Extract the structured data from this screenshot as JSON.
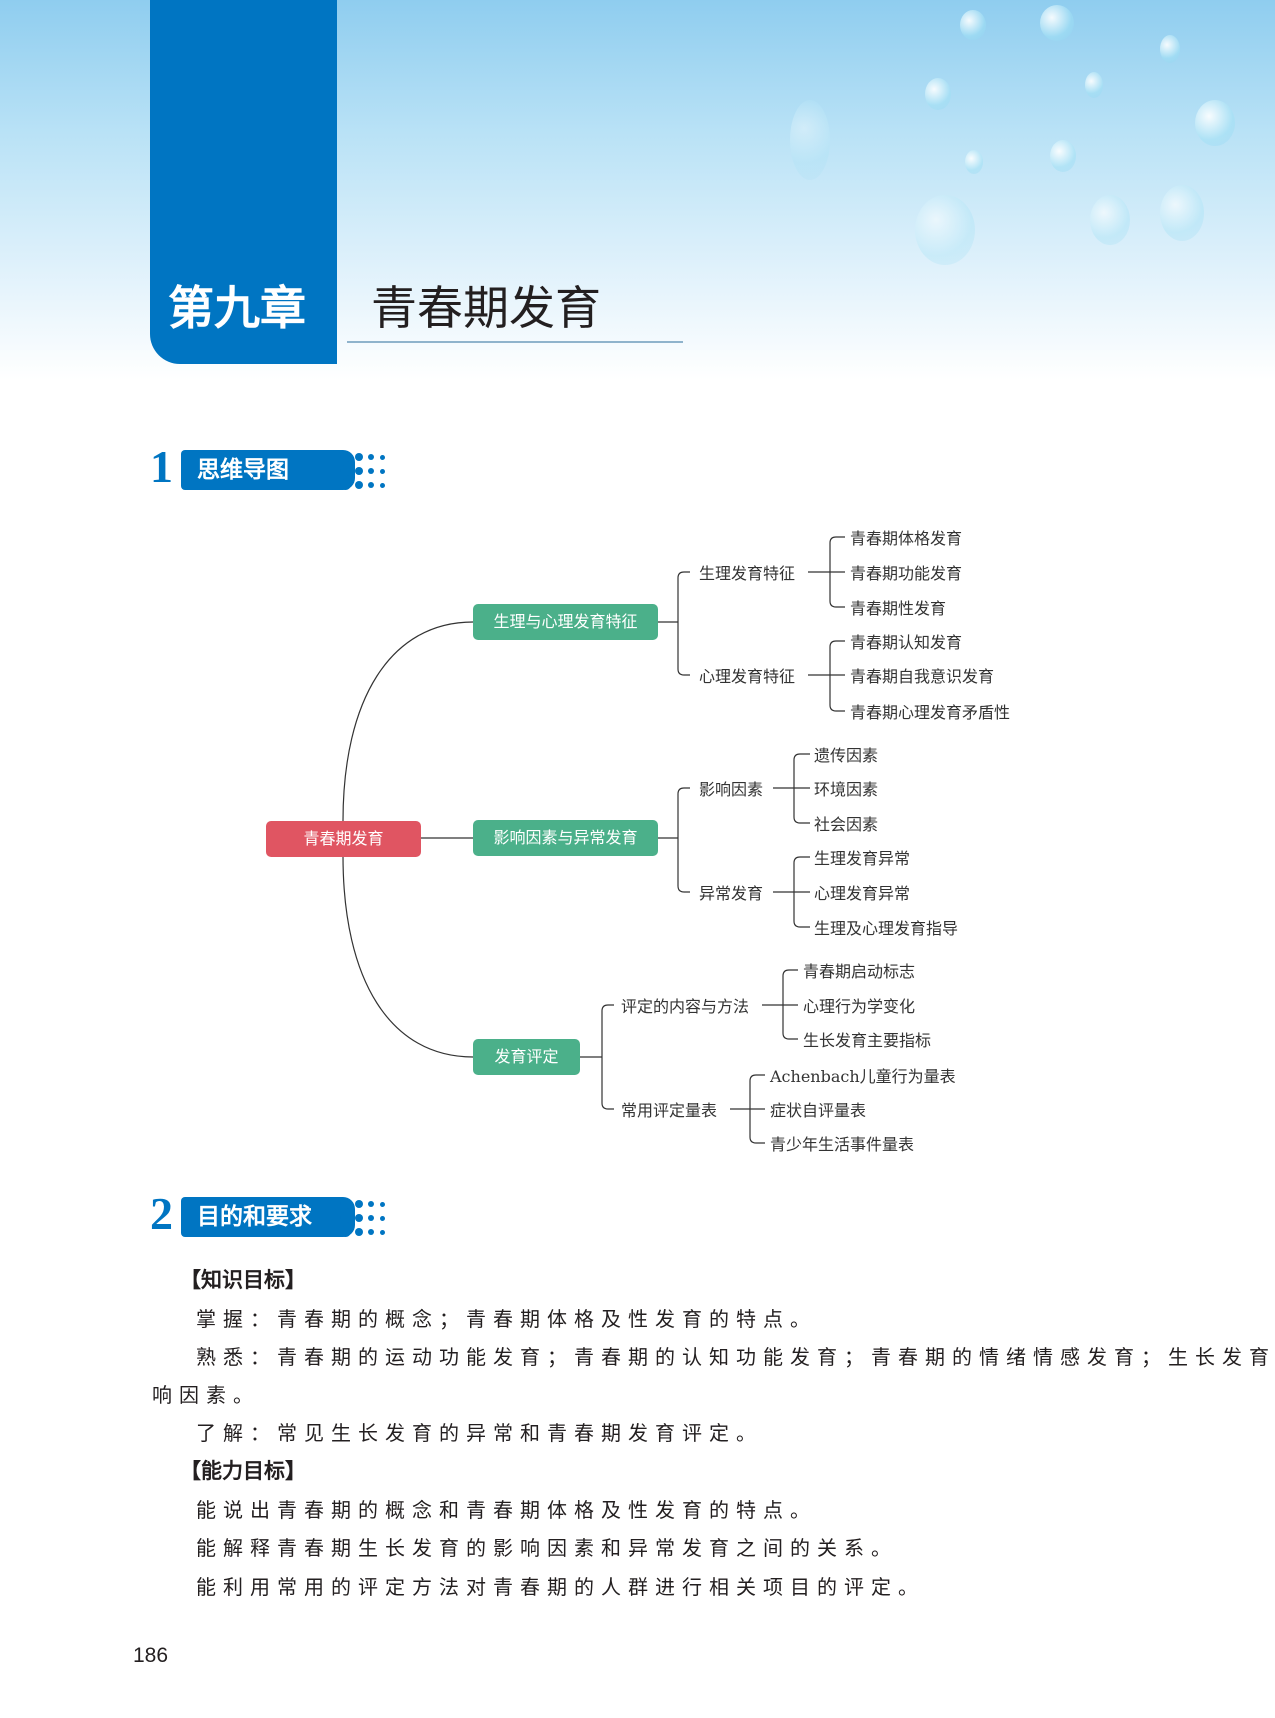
{
  "chapter": {
    "number": "第九章",
    "title": "青春期发育"
  },
  "sections": [
    {
      "num": "1",
      "label": "思维导图"
    },
    {
      "num": "2",
      "label": "目的和要求"
    }
  ],
  "mindmap": {
    "root": "青春期发育",
    "branches": [
      {
        "label": "生理与心理发育特征",
        "children": [
          {
            "label": "生理发育特征",
            "leaves": [
              "青春期体格发育",
              "青春期功能发育",
              "青春期性发育"
            ]
          },
          {
            "label": "心理发育特征",
            "leaves": [
              "青春期认知发育",
              "青春期自我意识发育",
              "青春期心理发育矛盾性"
            ]
          }
        ]
      },
      {
        "label": "影响因素与异常发育",
        "children": [
          {
            "label": "影响因素",
            "leaves": [
              "遗传因素",
              "环境因素",
              "社会因素"
            ]
          },
          {
            "label": "异常发育",
            "leaves": [
              "生理发育异常",
              "心理发育异常",
              "生理及心理发育指导"
            ]
          }
        ]
      },
      {
        "label": "发育评定",
        "children": [
          {
            "label": "评定的内容与方法",
            "leaves": [
              "青春期启动标志",
              "心理行为学变化",
              "生长发育主要指标"
            ]
          },
          {
            "label": "常用评定量表",
            "leaves": [
              "Achenbach儿童行为量表",
              "症状自评量表",
              "青少年生活事件量表"
            ]
          }
        ]
      }
    ],
    "colors": {
      "root": "#e05562",
      "branch": "#4bb08a"
    }
  },
  "objectives": {
    "knowledge_heading": "【知识目标】",
    "master": "掌握：青春期的概念；青春期体格及性发育的特点。",
    "familiar_line1": "熟悉：青春期的运动功能发育；青春期的认知功能发育；青春期的情绪情感发育；生长发育的影",
    "familiar_line2": "响因素。",
    "understand": "了解：常见生长发育的异常和青春期发育评定。",
    "ability_heading": "【能力目标】",
    "ability": [
      "能说出青春期的概念和青春期体格及性发育的特点。",
      "能解释青春期生长发育的影响因素和异常发育之间的关系。",
      "能利用常用的评定方法对青春期的人群进行相关项目的评定。"
    ]
  },
  "page_number": "186"
}
